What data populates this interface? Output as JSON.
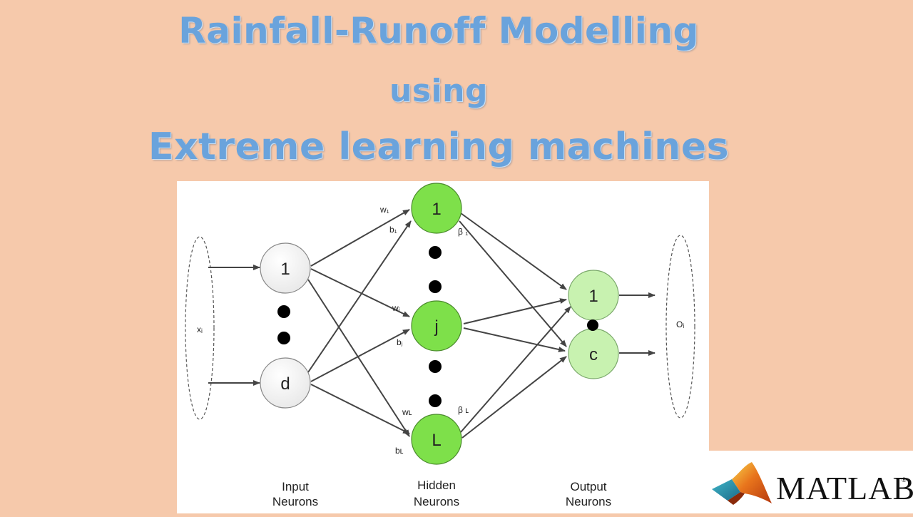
{
  "title": {
    "line1": "Rainfall-Runoff Modelling",
    "line2": "using",
    "line3": "Extreme learning machines"
  },
  "diagram": {
    "input_var": "xᵢ",
    "output_var": "Oᵢ",
    "input_nodes": [
      "1",
      "d"
    ],
    "hidden_nodes": [
      "1",
      "j",
      "L"
    ],
    "output_nodes": [
      "1",
      "c"
    ],
    "weights": {
      "w1": "w₁",
      "b1": "b₁",
      "wj": "wⱼ",
      "bj": "bⱼ",
      "wL": "wʟ",
      "bL": "bʟ",
      "beta1": "β ₁",
      "betaL": "β ʟ"
    },
    "layer_labels": {
      "input": [
        "Input",
        "Neurons"
      ],
      "hidden": [
        "Hidden",
        "Neurons"
      ],
      "output": [
        "Output",
        "Neurons"
      ]
    },
    "colors": {
      "hidden_fill": "#7ee04a",
      "output_fill": "#c8f2b0",
      "input_fill": "#ffffff",
      "edge": "#444444"
    }
  },
  "logo": {
    "text": "MATLAB",
    "reg": "®",
    "icon": "matlab-membrane-icon"
  }
}
